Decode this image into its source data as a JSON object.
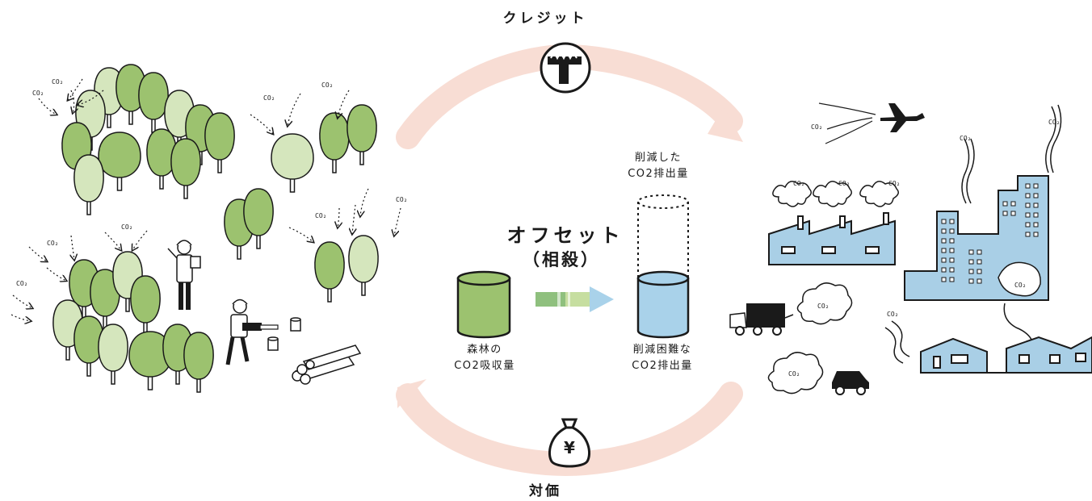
{
  "labels": {
    "credit": "クレジット",
    "price": "対価",
    "offset": "オフセット",
    "offset_sub": "（相殺）",
    "forest_line1": "森林の",
    "forest_line2": "CO2吸収量",
    "reduced_line1": "削減した",
    "reduced_line2": "CO2排出量",
    "hard_line1": "削減困難な",
    "hard_line2": "CO2排出量",
    "co2": "CO₂"
  },
  "colors": {
    "tree_dark": "#9cc26f",
    "tree_light": "#d5e6bd",
    "cycle_arrow": "#f8ddd4",
    "building_blue": "#a9cfe6",
    "forest_cylinder": "#9cc26f",
    "emission_water": "#a9d2ea",
    "ink": "#1a1a1a"
  },
  "icons": {
    "credit": "credit-stamp-icon",
    "price": "money-bag-yen-icon",
    "plane": "airplane-icon",
    "truck": "truck-icon",
    "car": "car-icon"
  }
}
